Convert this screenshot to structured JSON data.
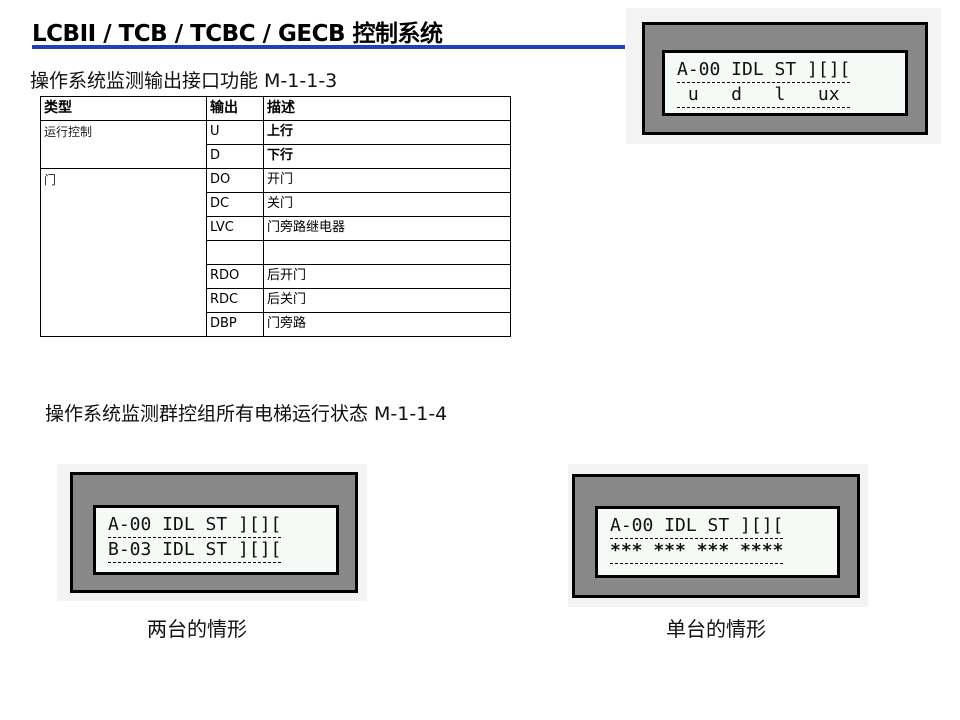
{
  "title": "LCBII / TCB / TCBC / GECB  控制系统",
  "section1": {
    "heading": "操作系统监测输出接口功能  M-1-1-3"
  },
  "table": {
    "headers": [
      "类型",
      "输出",
      "描述"
    ],
    "rows": [
      {
        "type": "运行控制",
        "output": "U",
        "desc": "上行"
      },
      {
        "type": "",
        "output": "D",
        "desc": "下行"
      },
      {
        "type": "门",
        "output": "DO",
        "desc": "开门"
      },
      {
        "type": "",
        "output": "DC",
        "desc": "关门"
      },
      {
        "type": "",
        "output": "LVC",
        "desc": "门旁路继电器"
      },
      {
        "type": "",
        "output": "",
        "desc": ""
      },
      {
        "type": "",
        "output": "RDO",
        "desc": "后开门"
      },
      {
        "type": "",
        "output": "RDC",
        "desc": "后关门"
      },
      {
        "type": "",
        "output": "DBP",
        "desc": "门旁路"
      }
    ]
  },
  "lcd_top": {
    "line1": "A-00 IDL ST ][][",
    "line2": " u   d   l   ux "
  },
  "section2": {
    "heading": "操作系统监测群控组所有电梯运行状态  M-1-1-4"
  },
  "lcd_two_cars": {
    "line1": "A-00 IDL ST ][][",
    "line2": "B-03 IDL ST ][]["
  },
  "lcd_single_car": {
    "line1": "A-00 IDL ST ][][",
    "line2": "*** *** *** ****"
  },
  "captions": {
    "two_cars": "两台的情形",
    "single_car": "单台的情形"
  },
  "colors": {
    "title_rule": "#1f3fbf",
    "bezel": "#888888",
    "screen": "#f6faf6"
  }
}
